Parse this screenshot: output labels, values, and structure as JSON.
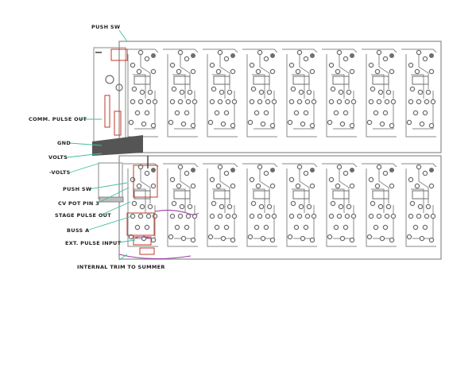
{
  "labels": {
    "push_sw_top": "PUSH SW",
    "comm_pulse_out": "COMM. PULSE OUT",
    "gnd": "GND",
    "volts": "VOLTS",
    "volts_neg": "-VOLTS",
    "push_sw_bottom": "PUSH SW",
    "cv_pot_pin3": "CV POT PIN 3",
    "stage_pulse_out": "STAGE PULSE OUT",
    "buss_a": "BUSS A",
    "ext_pulse_input": "EXT. PULSE INPUT",
    "internal_trim": "INTERNAL TRIM TO SUMMER"
  },
  "colors": {
    "board_trace": "#8a8a8a",
    "pad": "#6e6e6e",
    "leader": "#3fbfa3",
    "jumper": "#9b3fa8",
    "component_red": "#c0392b",
    "ground_pour": "#555555"
  },
  "board": {
    "upper_stage_count": 8,
    "lower_stage_count": 8
  }
}
